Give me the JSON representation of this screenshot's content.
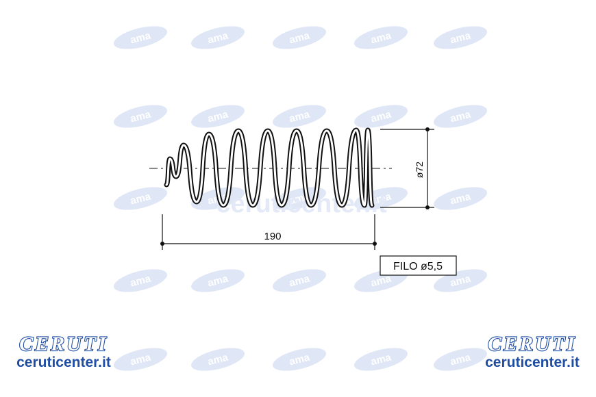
{
  "watermark": {
    "text": "ama",
    "center_text": "ceruticenter.it"
  },
  "dimensions": {
    "length_label": "190",
    "diameter_label": "ø72",
    "wire_label": "FILO ø5,5"
  },
  "logo_left": {
    "brand": "CERUTI",
    "url": "ceruticenter.it"
  },
  "logo_right": {
    "brand": "CERUTI",
    "url": "ceruticenter.it"
  },
  "colors": {
    "line": "#111111",
    "watermark": "#dfe6f5",
    "brand": "#1f4ea3"
  }
}
